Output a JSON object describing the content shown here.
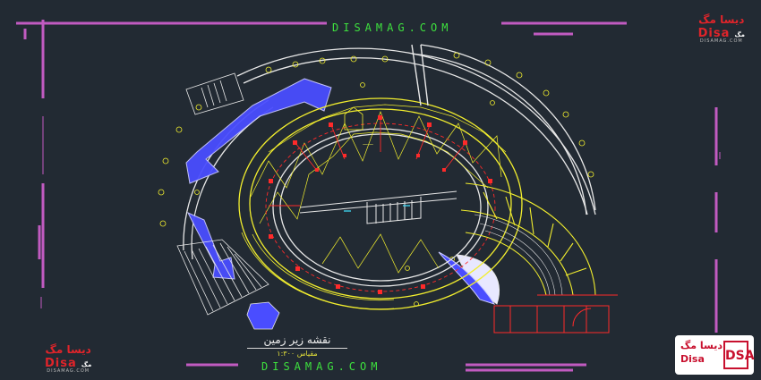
{
  "watermark": {
    "url": "DISAMAG.COM"
  },
  "logo": {
    "persian": "دیسا مگ",
    "latin": "Disa",
    "latin_sub": "مگ",
    "domain": "DISAMAG.COM"
  },
  "badge": {
    "persian": "دیسا مگ",
    "latin": "Disa",
    "mark": "DSA"
  },
  "title_block": {
    "title": "نقشه زیر زمین",
    "scale": "مقیاس ۱:۳۰۰"
  },
  "colors": {
    "background": "#222a33",
    "frame_magenta": "#c15bc1",
    "cad_yellow": "#f2ee2e",
    "cad_red": "#ff2a2a",
    "cad_white": "#e8e8e8",
    "cad_blue": "#4a4dff",
    "watermark_green": "#3ee03e"
  },
  "icons": {
    "top_right_logo": "disamag-logo",
    "bottom_left_logo": "disamag-logo",
    "bottom_right_badge": "disamag-badge"
  }
}
